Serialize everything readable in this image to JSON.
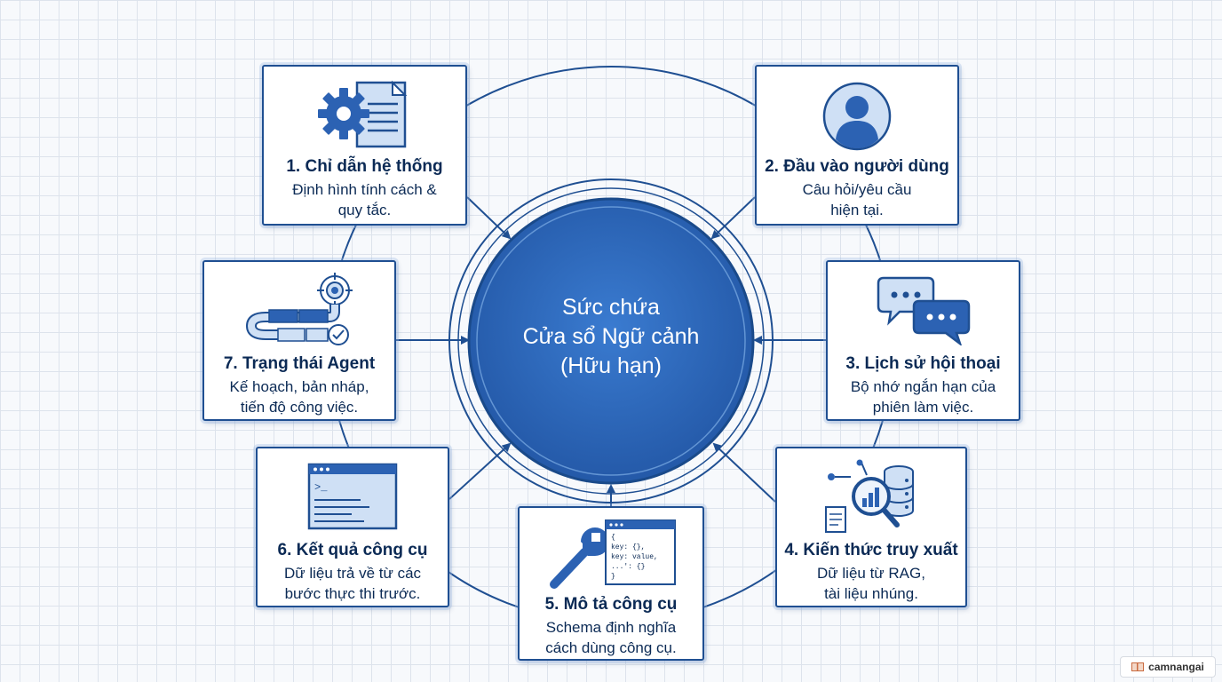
{
  "center": {
    "line1": "Sức chứa",
    "line2": "Cửa sổ Ngữ cảnh",
    "line3": "(Hữu hạn)"
  },
  "nodes": [
    {
      "title": "1. Chỉ dẫn hệ thống",
      "desc1": "Định hình tính cách &",
      "desc2": "quy tắc.",
      "icon": "gear-document-icon"
    },
    {
      "title": "2. Đầu vào người dùng",
      "desc1": "Câu hỏi/yêu cầu",
      "desc2": "hiện tại.",
      "icon": "user-avatar-icon"
    },
    {
      "title": "3. Lịch sử hội thoại",
      "desc1": "Bộ nhớ ngắn hạn của",
      "desc2": "phiên làm việc.",
      "icon": "chat-bubbles-icon"
    },
    {
      "title": "4. Kiến thức truy xuất",
      "desc1": "Dữ liệu từ RAG,",
      "desc2": "tài liệu nhúng.",
      "icon": "database-search-icon"
    },
    {
      "title": "5. Mô tả công cụ",
      "desc1": "Schema định nghĩa",
      "desc2": "cách dùng công cụ.",
      "icon": "wrench-code-icon",
      "code": [
        "{",
        "  key: {},",
        "  key: value,",
        "  ...': {}",
        "}"
      ]
    },
    {
      "title": "6. Kết quả công cụ",
      "desc1": "Dữ liệu trả về từ các",
      "desc2": "bước thực thi trước.",
      "icon": "terminal-window-icon",
      "code": [
        ">_"
      ]
    },
    {
      "title": "7. Trạng thái Agent",
      "desc1": "Kế hoạch, bản nháp,",
      "desc2": "tiến độ công việc.",
      "icon": "progress-path-target-icon"
    }
  ],
  "watermark": "camnangai",
  "colors": {
    "primary": "#1f4f92",
    "circle_fill": "#2f6fc4",
    "icon_fill": "#2c62b3",
    "icon_light": "#cfe0f5",
    "text": "#0b2a55"
  }
}
